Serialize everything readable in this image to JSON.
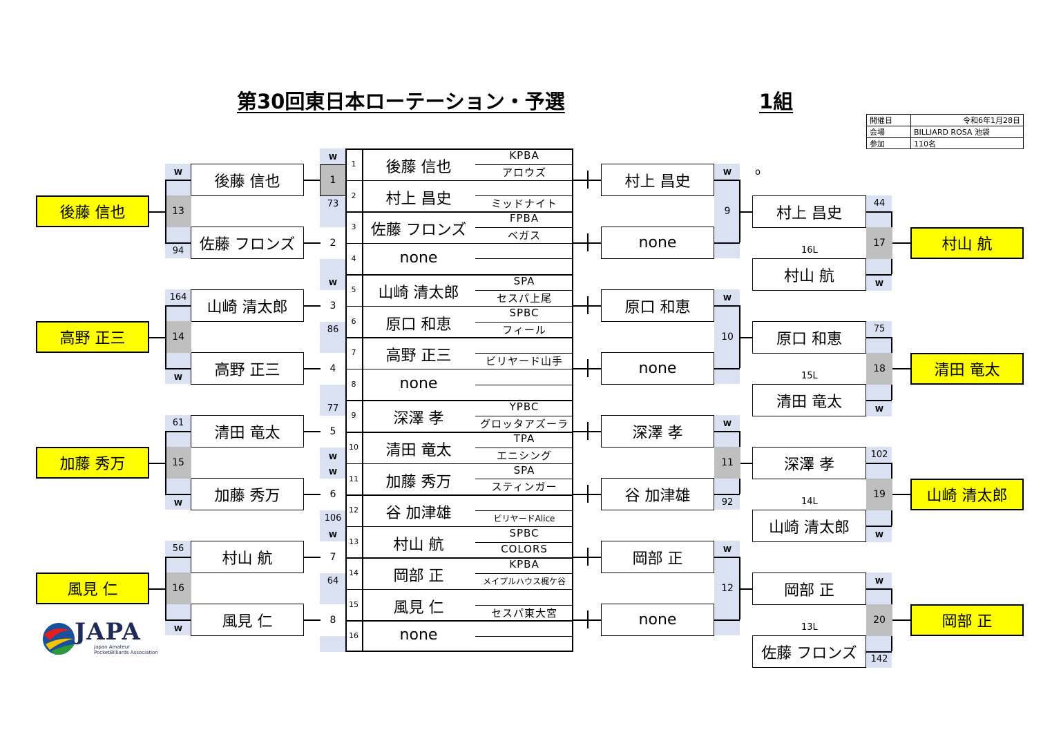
{
  "header": {
    "title": "第30回東日本ローテーション・予選",
    "group": "1組",
    "info": [
      {
        "label": "開催日",
        "value": "令和6年1月28日"
      },
      {
        "label": "会場",
        "value": "BILLIARD ROSA 池袋"
      },
      {
        "label": "参加",
        "value": "110名"
      }
    ]
  },
  "w_label": "W",
  "stray_mark": "o",
  "center_players": [
    {
      "no": "1",
      "name": "後藤 信也",
      "club_top": "KPBA",
      "club_bottom": "アロウズ"
    },
    {
      "no": "2",
      "name": "村上 昌史",
      "club_top": "",
      "club_bottom": "ミッドナイト"
    },
    {
      "no": "3",
      "name": "佐藤 フロンズ",
      "club_top": "FPBA",
      "club_bottom": "ベガス"
    },
    {
      "no": "4",
      "name": "none",
      "club_top": "",
      "club_bottom": ""
    },
    {
      "no": "5",
      "name": "山崎 清太郎",
      "club_top": "SPA",
      "club_bottom": "セスパ上尾"
    },
    {
      "no": "6",
      "name": "原口 和恵",
      "club_top": "SPBC",
      "club_bottom": "フィール"
    },
    {
      "no": "7",
      "name": "高野 正三",
      "club_top": "",
      "club_bottom": "ビリヤード山手"
    },
    {
      "no": "8",
      "name": "none",
      "club_top": "",
      "club_bottom": ""
    },
    {
      "no": "9",
      "name": "深澤 孝",
      "club_top": "YPBC",
      "club_bottom": "グロッタアズーラ"
    },
    {
      "no": "10",
      "name": "清田 竜太",
      "club_top": "TPA",
      "club_bottom": "エニシング"
    },
    {
      "no": "11",
      "name": "加藤 秀万",
      "club_top": "SPA",
      "club_bottom": "スティンガー"
    },
    {
      "no": "12",
      "name": "谷 加津雄",
      "club_top": "",
      "club_bottom": "ビリヤードAlice"
    },
    {
      "no": "13",
      "name": "村山 航",
      "club_top": "SPBC",
      "club_bottom": "COLORS"
    },
    {
      "no": "14",
      "name": "岡部 正",
      "club_top": "KPBA",
      "club_bottom": "メイプルハウス梶ケ谷"
    },
    {
      "no": "15",
      "name": "風見 仁",
      "club_top": "",
      "club_bottom": "セスパ東大宮"
    },
    {
      "no": "16",
      "name": "none",
      "club_top": "",
      "club_bottom": ""
    }
  ],
  "center_strip": {
    "match_numbers": [
      "1",
      "2",
      "3",
      "4",
      "5",
      "6",
      "7",
      "8"
    ],
    "scores": [
      "73",
      "86",
      "77",
      "106",
      "64"
    ]
  },
  "left_round1": [
    "後藤 信也",
    "佐藤 フロンズ",
    "山崎 清太郎",
    "高野 正三",
    "清田 竜太",
    "加藤 秀万",
    "村山 航",
    "風見 仁"
  ],
  "left_scores": [
    "94",
    "164",
    "61",
    "56"
  ],
  "left_match_numbers": [
    "13",
    "14",
    "15",
    "16"
  ],
  "left_winners": [
    "後藤 信也",
    "高野 正三",
    "加藤 秀万",
    "風見 仁"
  ],
  "right_round1": [
    "村上 昌史",
    "none",
    "原口 和恵",
    "none",
    "深澤 孝",
    "谷 加津雄",
    "岡部 正",
    "none"
  ],
  "right_match_numbers": [
    "9",
    "10",
    "11",
    "12"
  ],
  "right_scores": [
    "92"
  ],
  "right_round2": [
    {
      "name": "村上 昌史",
      "score": "44"
    },
    {
      "name": "村山 航",
      "seed": "16L"
    },
    {
      "name": "原口 和恵",
      "score": "75"
    },
    {
      "name": "清田 竜太",
      "seed": "15L"
    },
    {
      "name": "深澤 孝",
      "score": "102"
    },
    {
      "name": "山崎 清太郎",
      "seed": "14L"
    },
    {
      "name": "岡部 正"
    },
    {
      "name": "佐藤 フロンズ",
      "seed": "13L",
      "score": "142"
    }
  ],
  "final_match_numbers": [
    "17",
    "18",
    "19",
    "20"
  ],
  "right_winners": [
    "村山 航",
    "清田 竜太",
    "山崎 清太郎",
    "岡部 正"
  ],
  "logo": {
    "text": "JAPA",
    "sub1": "Japan Amateur",
    "sub2": "PocketBilliards Association",
    "colors": [
      "#1a4f9c",
      "#e02020",
      "#f5c400",
      "#2a9a3a"
    ]
  }
}
